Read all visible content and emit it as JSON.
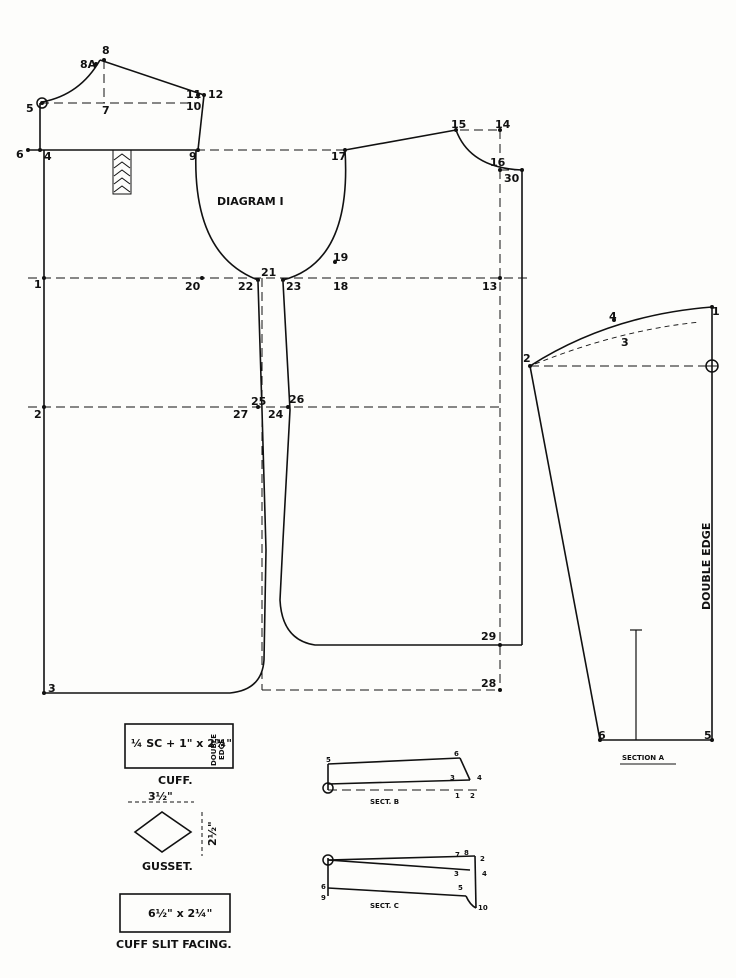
{
  "diagram_title": "DIAGRAM  I",
  "section_a_title": "SECTION A",
  "double_edge_label": "DOUBLE EDGE",
  "front_back_points": {
    "p1": "1",
    "p2": "2",
    "p3": "3",
    "p4": "4",
    "p5": "5",
    "p6": "6",
    "p7": "7",
    "p8": "8",
    "p8a": "8A",
    "p9": "9",
    "p10": "10",
    "p11": "11",
    "p12": "12",
    "p13": "13",
    "p14": "14",
    "p15": "15",
    "p16": "16",
    "p17": "17",
    "p18": "18",
    "p19": "19",
    "p20": "20",
    "p21": "21",
    "p22": "22",
    "p23": "23",
    "p24": "24",
    "p25": "25",
    "p26": "26",
    "p27": "27",
    "p28": "28",
    "p29": "29",
    "p30": "30"
  },
  "sleeve_points": {
    "p1": "1",
    "p2": "2",
    "p3": "3",
    "p4": "4",
    "p5": "5",
    "p6": "6"
  },
  "cuff": {
    "formula": "¼ SC + 1\" x 2¾\"",
    "edge_note_1": "DOUBLE",
    "edge_note_2": "EDGE",
    "label": "CUFF."
  },
  "gusset": {
    "width": "3½\"",
    "height": "2½\"",
    "label": "GUSSET."
  },
  "cuff_slit_facing": {
    "size": "6½\"  x  2¼\"",
    "label": "CUFF SLIT FACING."
  },
  "sect_b": {
    "title": "SECT. B",
    "points": {
      "p1": "1",
      "p2": "2",
      "p3": "3",
      "p4": "4",
      "p5": "5",
      "p6": "6"
    }
  },
  "sect_c": {
    "title": "SECT. C",
    "points": {
      "p2": "2",
      "p3": "3",
      "p4": "4",
      "p5": "5",
      "p6": "6",
      "p7": "7",
      "p8": "8",
      "p9": "9",
      "p10": "10"
    }
  }
}
